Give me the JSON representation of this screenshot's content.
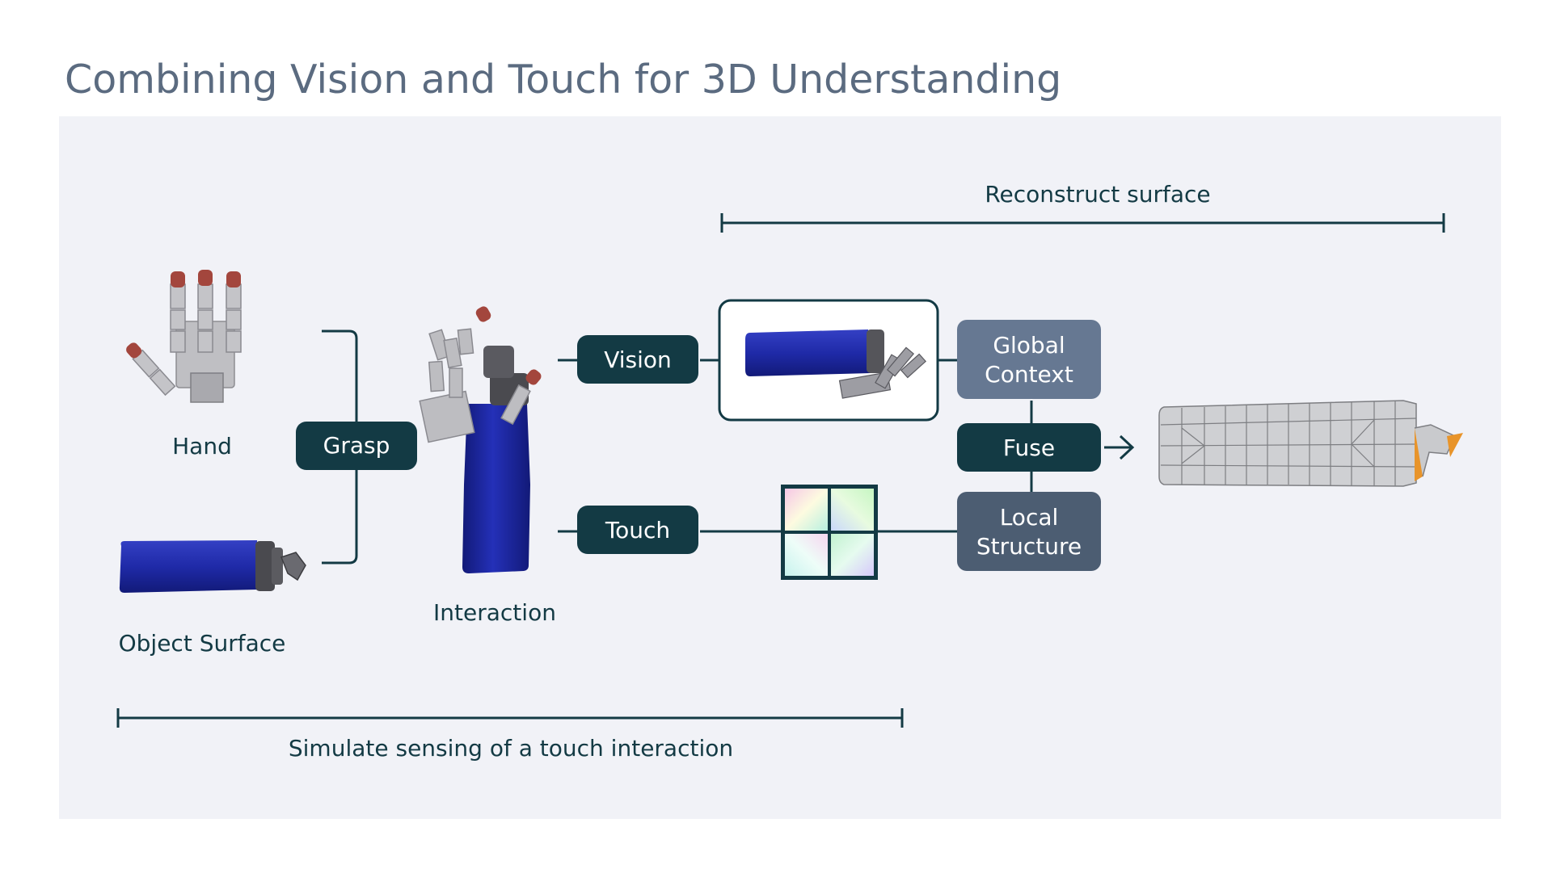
{
  "title": "Combining Vision and Touch for 3D Understanding",
  "labels": {
    "hand": "Hand",
    "object_surface": "Object Surface",
    "interaction": "Interaction",
    "reconstruct_surface": "Reconstruct surface",
    "simulate_sensing": "Simulate sensing of a touch interaction"
  },
  "nodes": {
    "grasp": "Grasp",
    "vision": "Vision",
    "touch": "Touch",
    "global_context_l1": "Global",
    "global_context_l2": "Context",
    "fuse": "Fuse",
    "local_structure_l1": "Local",
    "local_structure_l2": "Structure"
  },
  "colors": {
    "dark_teal": "#133a44",
    "slate": "#667892",
    "slate_dark": "#4c5d72",
    "bottle_blue": "#1f2aa8",
    "finger_tip": "#a3463d",
    "mesh_grey": "#cfd0d3",
    "mesh_orange": "#e8942a"
  }
}
